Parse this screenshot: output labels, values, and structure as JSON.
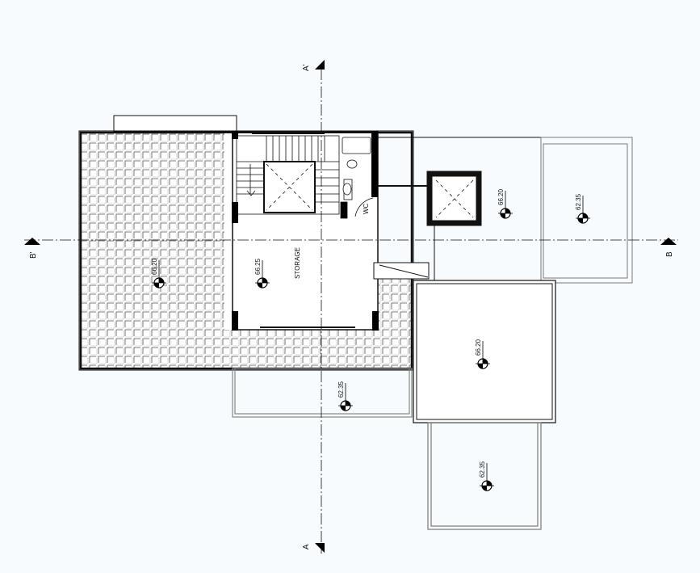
{
  "section_markers": {
    "a_top": "A'",
    "a_bottom": "A",
    "b_right": "B",
    "b_left": "B'"
  },
  "rooms": {
    "storage": "STORAGE",
    "wc": "WC"
  },
  "levels": {
    "terrace_main": "66.20",
    "storage": "66.25",
    "lift_area": "66.20",
    "right_wing": "62.35",
    "bottom_strip": "62.35",
    "big_square": "66.20",
    "bottom_rect": "62.35"
  },
  "colors": {
    "line": "#111111",
    "grey_line": "#888888",
    "background": "#f7fbfd"
  }
}
